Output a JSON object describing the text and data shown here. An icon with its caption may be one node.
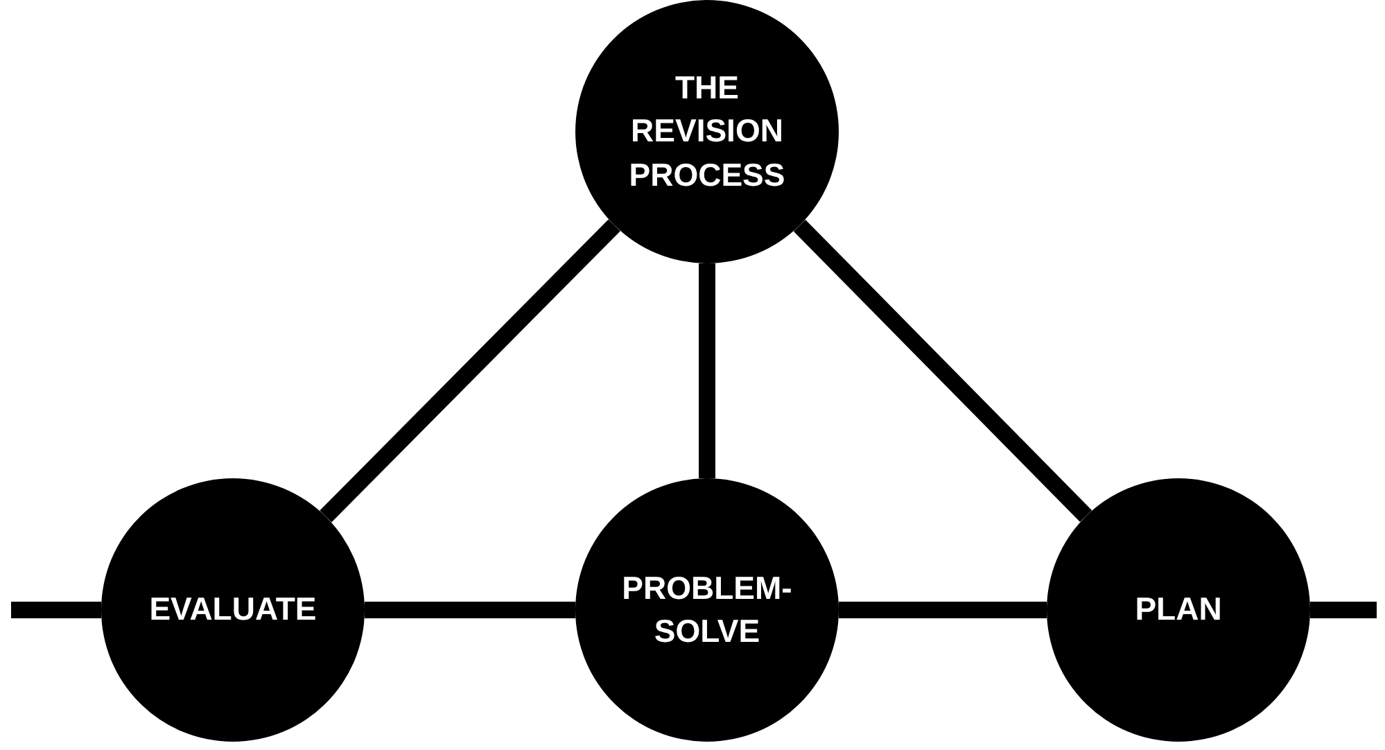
{
  "diagram": {
    "nodes": [
      {
        "text": [
          "THE REVISION PROCESS"
        ]
      },
      {
        "text": [
          "EVALUATE"
        ]
      },
      {
        "text": [
          "PROBLEM-SOLVE"
        ]
      },
      {
        "text": [
          "PLAN"
        ]
      }
    ],
    "edges": [
      {
        "from": 0,
        "to": 1,
        "arrow": "none"
      },
      {
        "from": 0,
        "to": 2,
        "arrow": "none"
      },
      {
        "from": 0,
        "to": 3,
        "arrow": "none"
      },
      {
        "from": 1,
        "to": 2,
        "arrow": "none"
      },
      {
        "from": 2,
        "to": 3,
        "arrow": "none"
      },
      {
        "from": null,
        "to": 1,
        "arrow": "none"
      },
      {
        "from": 3,
        "to": null,
        "arrow": "none"
      }
    ]
  }
}
